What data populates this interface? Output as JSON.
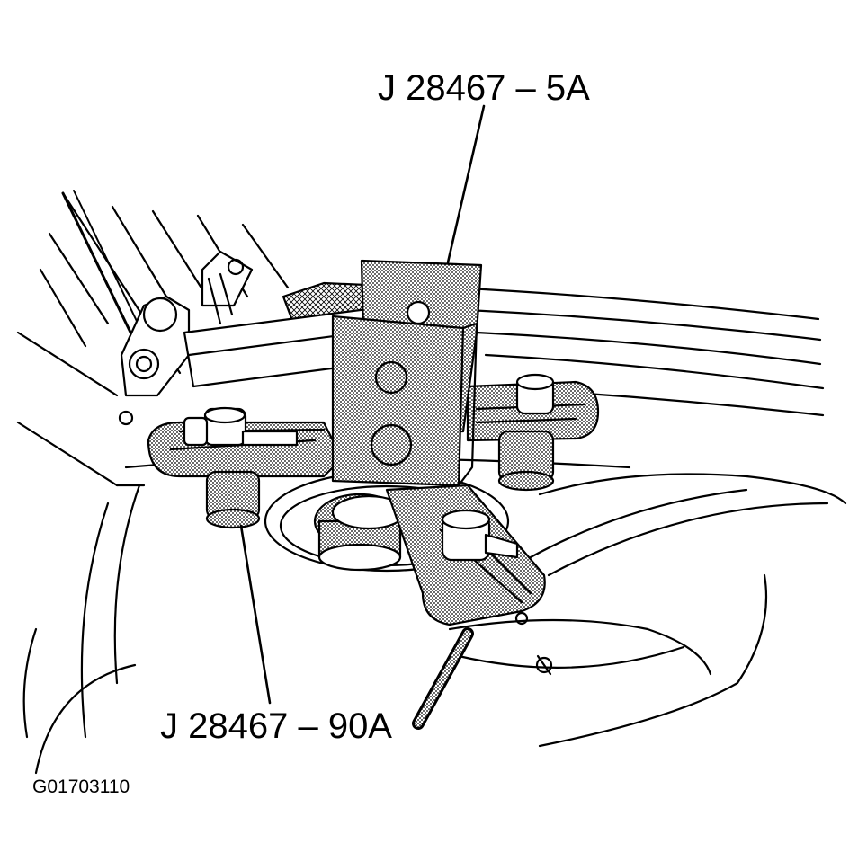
{
  "labels": {
    "tool_top": "J 28467 – 5A",
    "tool_bottom": "J 28467 – 90A",
    "figure_id": "G01703110"
  },
  "colors": {
    "ink": "#000000",
    "paper": "#ffffff",
    "stipple": "#bdbdbd"
  }
}
